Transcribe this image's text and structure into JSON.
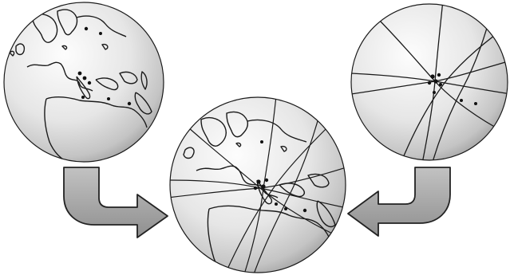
{
  "diagram": {
    "globes": [
      {
        "id": "map-globe",
        "icon": "globe-with-coastlines-and-dots"
      },
      {
        "id": "combined-globe",
        "icon": "globe-with-coastlines-and-great-circles"
      },
      {
        "id": "great-circle-globe",
        "icon": "globe-with-great-circles-and-dots"
      }
    ],
    "arrows": [
      {
        "id": "left-arrow",
        "icon": "bent-arrow-right"
      },
      {
        "id": "right-arrow",
        "icon": "bent-arrow-left"
      }
    ],
    "colors": {
      "background": "#ffffff",
      "globe_light": "#fbfbfb",
      "globe_dark": "#9a9a9a",
      "outline": "#1a1a1a",
      "arrow_fill": "#a9a9a9",
      "arrow_stroke": "#222222"
    }
  }
}
